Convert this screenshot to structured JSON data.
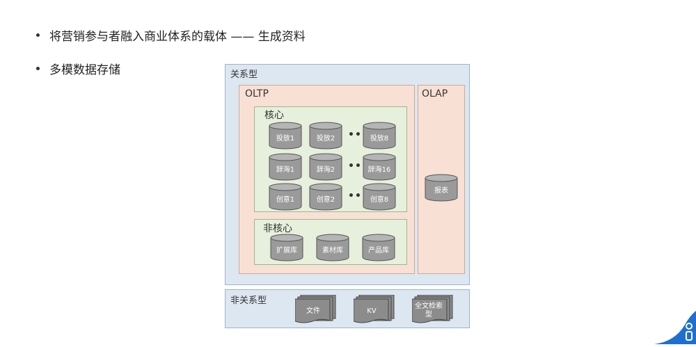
{
  "bullets": [
    "将营销参与者融入商业体系的载体 —— 生成资料",
    "多模数据存储"
  ],
  "diagram": {
    "relational_label": "关系型",
    "oltp_label": "OLTP",
    "olap_label": "OLAP",
    "core_label": "核心",
    "noncore_label": "非核心",
    "nonrelational_label": "非关系型",
    "core_rows": [
      [
        "投放1",
        "投放2",
        "投放8"
      ],
      [
        "辞海1",
        "辞海2",
        "辞海16"
      ],
      [
        "创意1",
        "创意2",
        "创意8"
      ]
    ],
    "noncore_items": [
      "扩展库",
      "素材库",
      "产品库"
    ],
    "olap_items": [
      "报表"
    ],
    "nonrelational_items": [
      "文件",
      "KV",
      "全文检索型"
    ],
    "ellipsis": "•••"
  },
  "colors": {
    "relational_bg": "#dde7f1",
    "oltp_bg": "#f9e0d4",
    "core_bg": "#e6f0dc",
    "cylinder": "#9a9a9a",
    "doc": "#8c8c8c",
    "accent": "#1f6fd1"
  }
}
